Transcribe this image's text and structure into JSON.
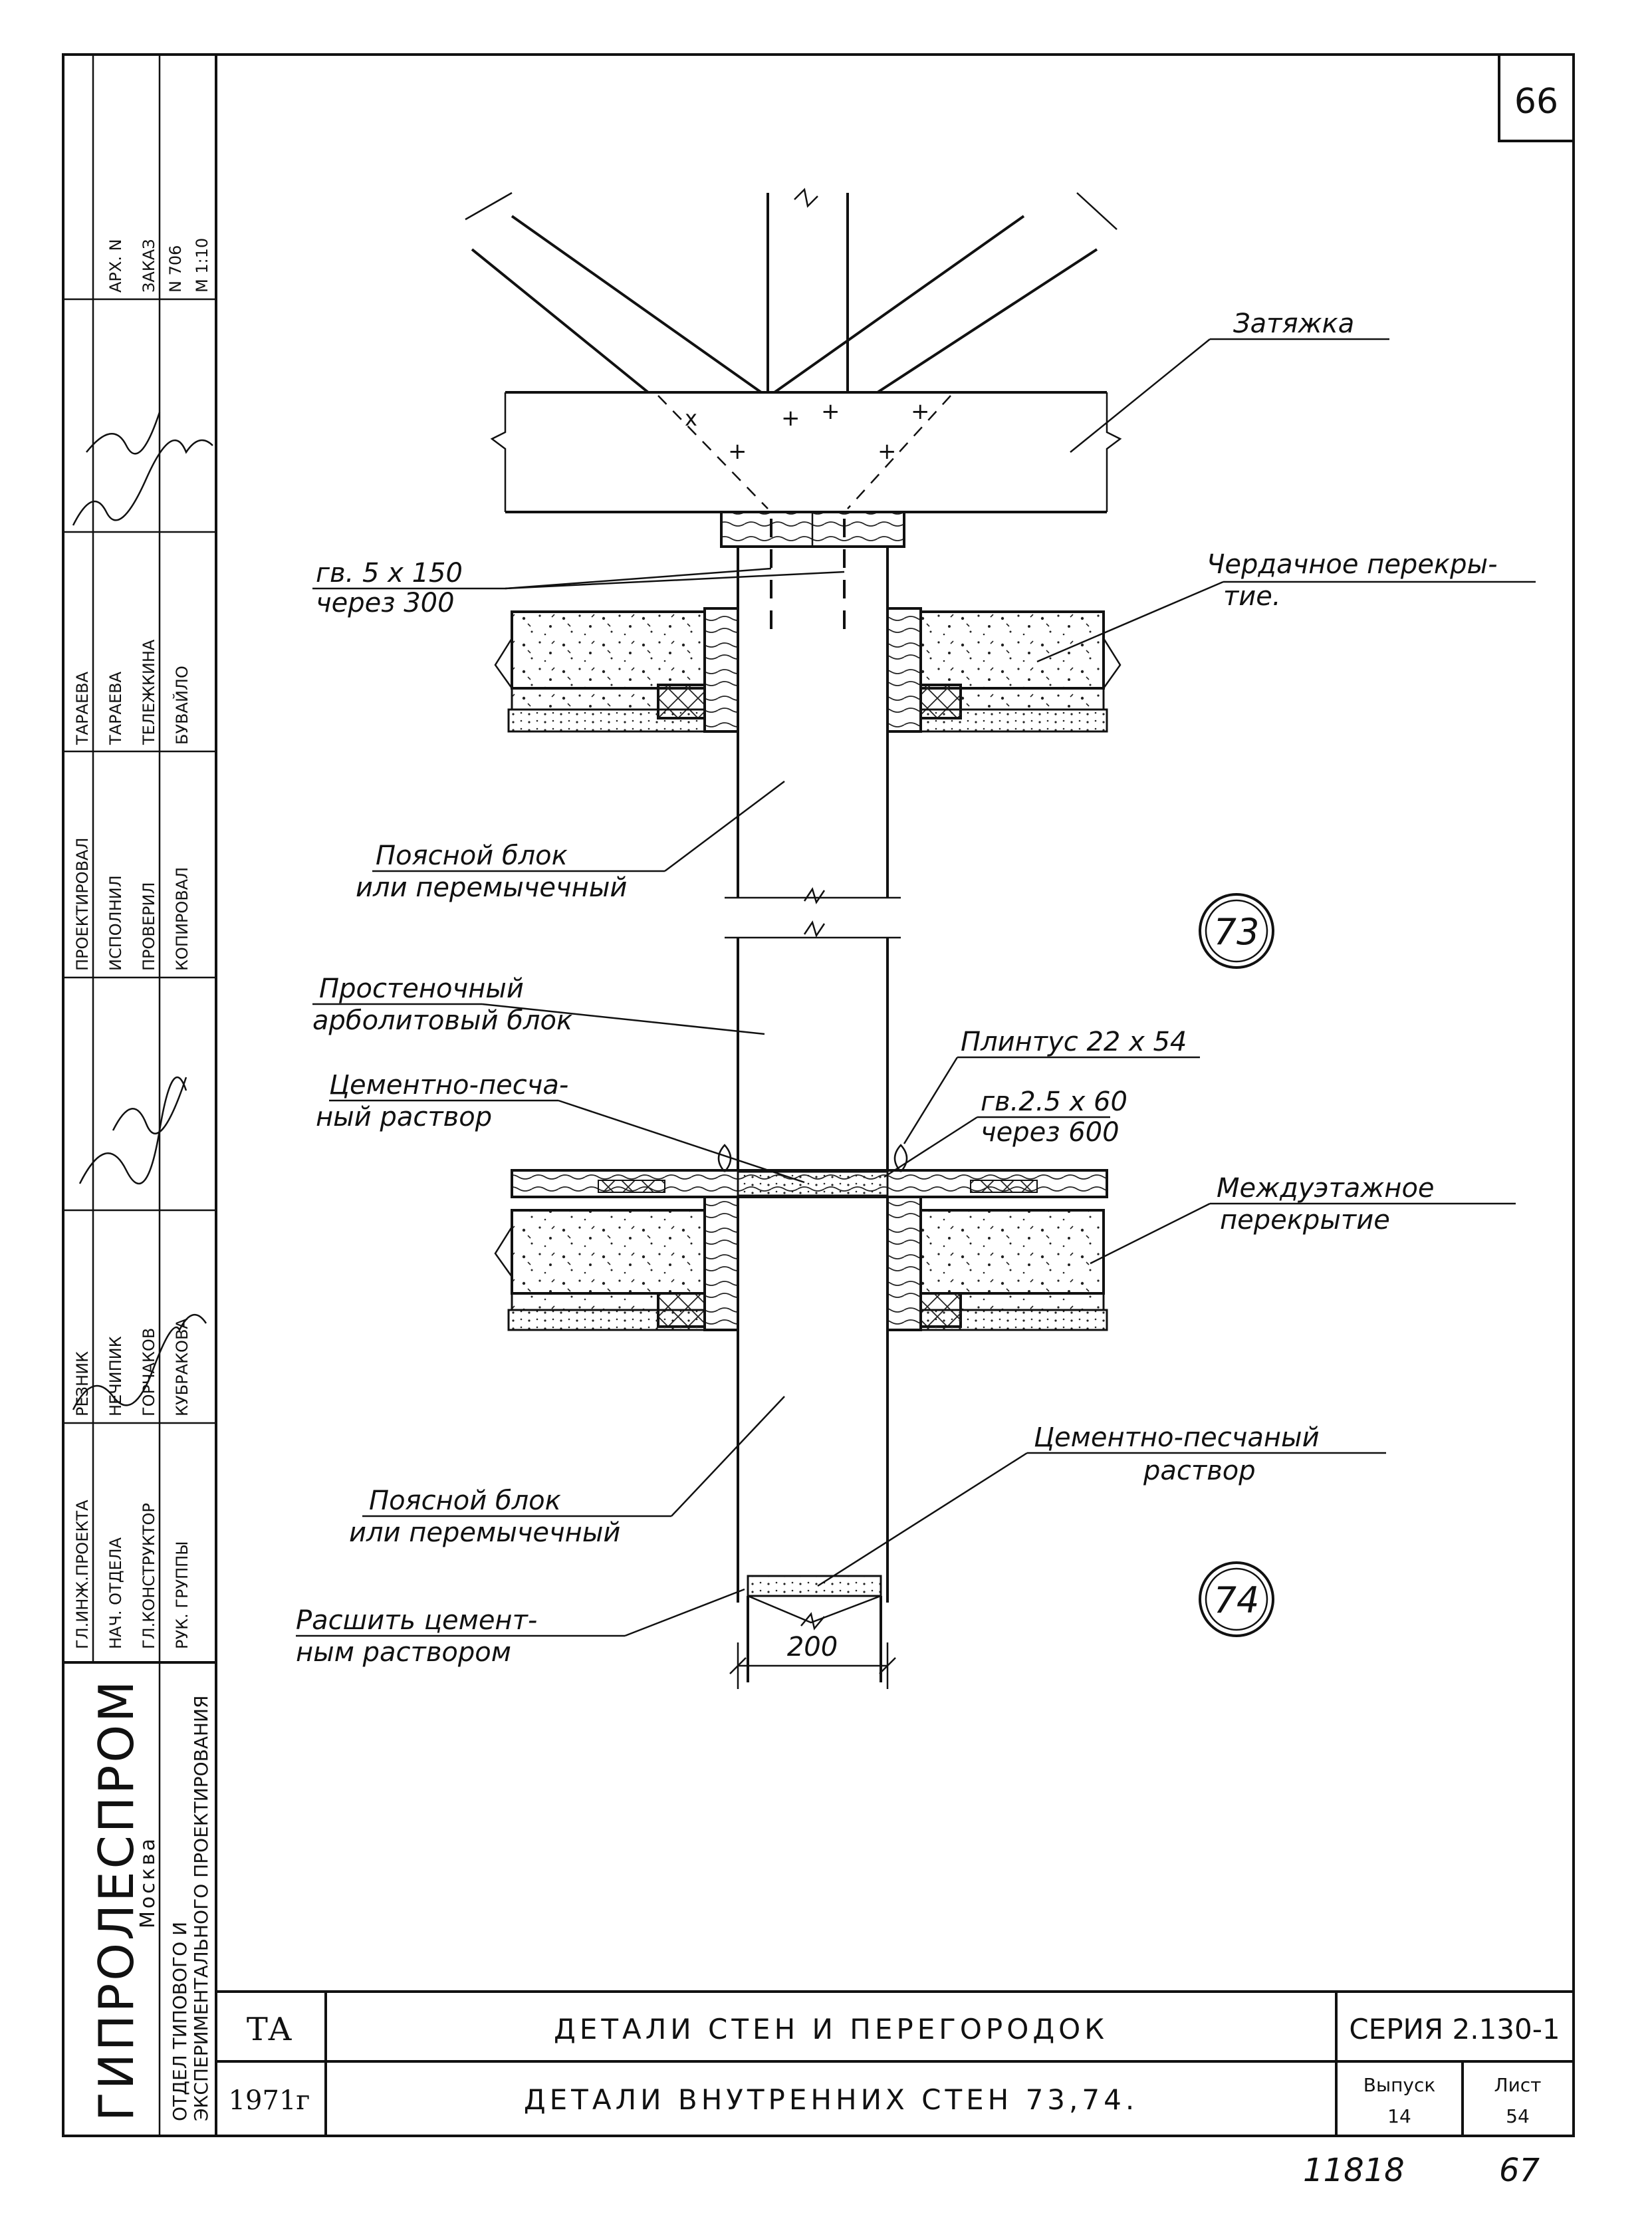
{
  "sheet_number_top": "66",
  "sheet_number_bottom": "67",
  "inventory_number": "11818",
  "callouts": {
    "upper": "73",
    "lower": "74"
  },
  "labels": {
    "tie_beam": "Затяжка",
    "nails_top_line1": "гв. 5 x 150",
    "nails_top_line2": "через 300",
    "attic_floor_line1": "Чердачное перекры-",
    "attic_floor_line2": "тие.",
    "belt_block_top_line1": "Поясной блок",
    "belt_block_top_line2": "или перемычечный",
    "pier_block_line1": "Простеночный",
    "pier_block_line2": "арболитовый блок",
    "skirting": "Плинтус 22 x 54",
    "nails_mid_line1": "гв.2.5 x 60",
    "nails_mid_line2": "через 600",
    "mortar_mid_line1": "Цементно-песча-",
    "mortar_mid_line2": "ный раствор",
    "interfloor_line1": "Междуэтажное",
    "interfloor_line2": "перекрытие",
    "mortar_low_line1": "Цементно-песчаный",
    "mortar_low_line2": "раствор",
    "belt_block_low_line1": "Поясной блок",
    "belt_block_low_line2": "или перемычечный",
    "joint_line1": "Расшить цемент-",
    "joint_line2": "ным раствором",
    "dimension": "200"
  },
  "stamp": {
    "org_name": "ГИПРОЛЕСПРОМ",
    "org_city": "Москва",
    "org_dept_line1": "ОТДЕЛ ТИПОВОГО И",
    "org_dept_line2": "ЭКСПЕРИМЕНТАЛЬНОГО ПРОЕКТИРОВАНИЯ",
    "roles": [
      {
        "role": "ГЛ.ИНЖ.ПРОЕКТА",
        "name": "РЕЗНИК"
      },
      {
        "role": "НАЧ. ОТДЕЛА",
        "name": "НЕЧИПИК"
      },
      {
        "role": "ГЛ.КОНСТРУКТОР",
        "name": "ГОРЧАКОВ"
      },
      {
        "role": "РУК. ГРУППЫ",
        "name": "КУБРАКОВА"
      }
    ],
    "roles2": [
      {
        "role": "ПРОЕКТИРОВАЛ",
        "name": "ТАРАЕВА"
      },
      {
        "role": "ИСПОЛНИЛ",
        "name": "ТАРАЕВА"
      },
      {
        "role": "ПРОВЕРИЛ",
        "name": "ТЕЛЕЖКИНА"
      },
      {
        "role": "КОПИРОВАЛ",
        "name": "БУВАЙЛО"
      }
    ],
    "archive": "АРХ. N",
    "order_label": "ЗАКАЗ",
    "order_number": "N 706",
    "scale": "М 1:10"
  },
  "title_block": {
    "code": "ТА",
    "year": "1971г",
    "title": "ДЕТАЛИ СТЕН И ПЕРЕГОРОДОК",
    "subtitle": "ДЕТАЛИ ВНУТРЕННИХ СТЕН 73,74.",
    "series": "СЕРИЯ 2.130-1",
    "issue_label": "Выпуск",
    "issue_value": "14",
    "sheet_label": "Лист",
    "sheet_value": "54"
  }
}
